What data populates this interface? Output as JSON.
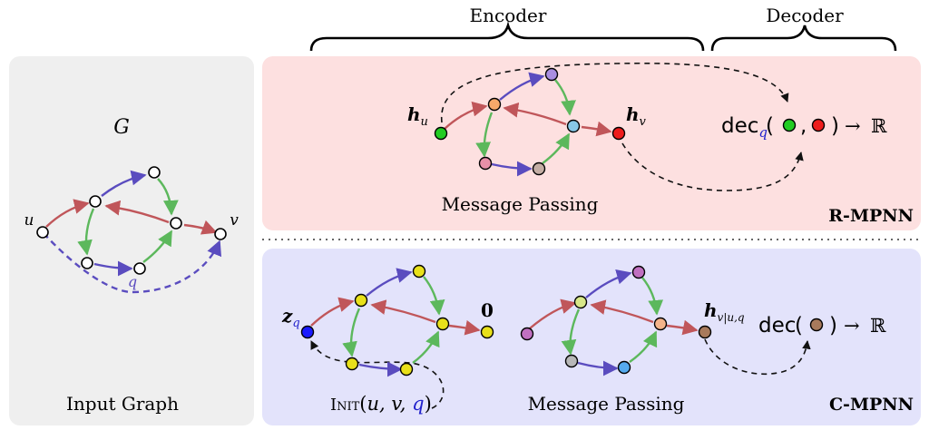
{
  "header": {
    "encoder_label": "Encoder",
    "decoder_label": "Decoder"
  },
  "input_panel": {
    "graph_symbol": "G",
    "caption": "Input Graph",
    "node_u": "u",
    "node_v": "v",
    "query_label": "q"
  },
  "r_mpnn": {
    "name": "R-MPNN",
    "caption": "Message Passing",
    "hu": {
      "base": "h",
      "sub": "u"
    },
    "hv": {
      "base": "h",
      "sub": "v"
    },
    "decoder": {
      "fn": "dec",
      "sub": "q",
      "open": "(",
      "comma": ",",
      "close": ")",
      "arrow": "→",
      "codomain": "ℝ"
    }
  },
  "c_mpnn": {
    "name": "C-MPNN",
    "caption": "Message Passing",
    "zq": {
      "base": "z",
      "sub": "q"
    },
    "zero": "0",
    "init": {
      "name": "Init",
      "open": "(",
      "args": "u, v, ",
      "q": "q",
      "close": ")"
    },
    "hv_cond": {
      "base": "h",
      "sub": "v|u,q"
    },
    "decoder": {
      "fn": "dec",
      "open": "(",
      "close": ")",
      "arrow": "→",
      "codomain": "ℝ"
    }
  },
  "colors": {
    "input_bg": "#efefef",
    "r_bg": "#fde0e0",
    "c_bg": "#e3e3fb",
    "edge_red": "#c0565a",
    "edge_blue": "#5a4cbf",
    "edge_green": "#5cb85c",
    "query_blue": "#2222cc",
    "r_nodes": {
      "hu": "#22cc22",
      "a": "#f7a96a",
      "b": "#a98ee0",
      "c": "#87c8e8",
      "d": "#e890a8",
      "e": "#c4aea4",
      "hv": "#ee1c1c"
    },
    "c_left_nodes": {
      "zq": "#1a1aff",
      "others": "#e8e01a"
    },
    "c_right_nodes": {
      "p": "#c070c0",
      "a": "#d8e888",
      "b": "#c070c0",
      "c": "#f4b48a",
      "d": "#b8b8b8",
      "e": "#55aaee",
      "hv": "#a87a5c"
    }
  }
}
